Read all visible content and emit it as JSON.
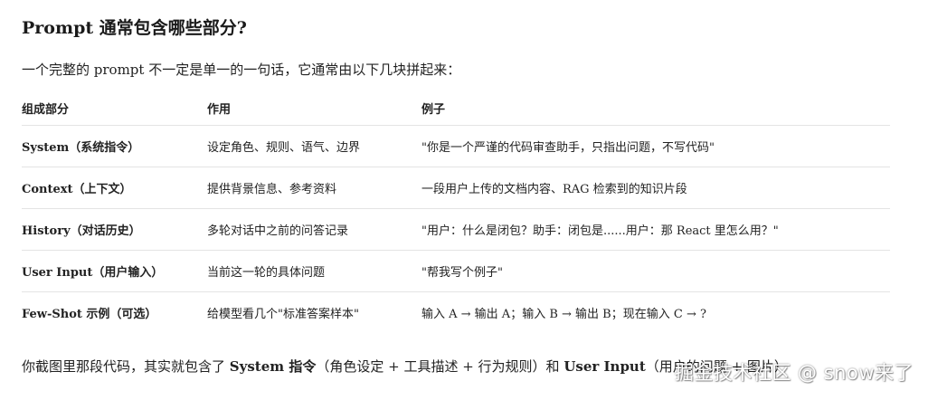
{
  "heading": "Prompt 通常包含哪些部分?",
  "intro": "一个完整的 prompt 不一定是单一的一句话，它通常由以下几块拼起来：",
  "table": {
    "headers": [
      "组成部分",
      "作用",
      "例子"
    ],
    "rows": [
      [
        "System（系统指令）",
        "设定角色、规则、语气、边界",
        "\"你是一个严谨的代码审查助手，只指出问题，不写代码\""
      ],
      [
        "Context（上下文）",
        "提供背景信息、参考资料",
        "一段用户上传的文档内容、RAG 检索到的知识片段"
      ],
      [
        "History（对话历史）",
        "多轮对话中之前的问答记录",
        "\"用户：什么是闭包？助手：闭包是......用户：那 React 里怎么用？\""
      ],
      [
        "User Input（用户输入）",
        "当前这一轮的具体问题",
        "\"帮我写个例子\""
      ],
      [
        "Few-Shot 示例（可选）",
        "给模型看几个\"标准答案样本\"",
        "输入 A → 输出 A；输入 B → 输出 B；现在输入 C → ?"
      ]
    ]
  },
  "outro": {
    "part1": "你截图里那段代码，其实就包含了 ",
    "bold1": "System 指令",
    "part2": "（角色设定 + 工具描述 + 行为规则）和 ",
    "bold2": "User Input",
    "part3": "（用户的问题 + 图片）"
  },
  "watermark": "掘金技术社区 @ snow来了"
}
